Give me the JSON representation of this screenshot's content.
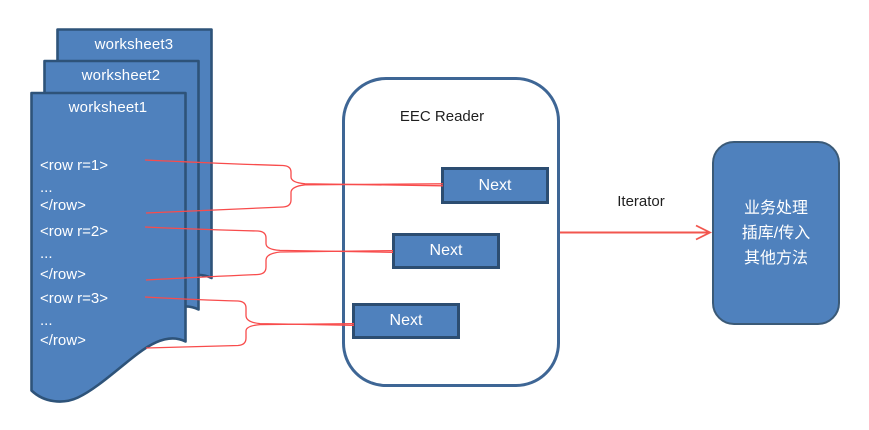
{
  "colors": {
    "sheet-fill": "#4f81bd",
    "sheet-stroke": "#2e5379",
    "reader-stroke": "#3e6695",
    "button-fill": "#4f81bd",
    "button-stroke": "#2c4d71",
    "processor-fill": "#4f81bd",
    "processor-stroke": "#3b5a77",
    "connector-red": "#f84c4c",
    "arrow-red": "#f2564e",
    "text-dark": "#1f1f1f",
    "text-light": "#ffffff"
  },
  "sheets": [
    {
      "label": "worksheet3"
    },
    {
      "label": "worksheet2"
    },
    {
      "label": "worksheet1",
      "lines": [
        "<row r=1>",
        "...",
        "</row>",
        "<row r=2>",
        "...",
        "</row>",
        "<row r=3>",
        "...",
        "</row>"
      ]
    }
  ],
  "reader": {
    "title": "EEC Reader",
    "buttons": [
      "Next",
      "Next",
      "Next"
    ]
  },
  "iterator": {
    "label": "Iterator"
  },
  "processor": {
    "lines": [
      "业务处理",
      "插库/传入",
      "其他方法"
    ]
  }
}
